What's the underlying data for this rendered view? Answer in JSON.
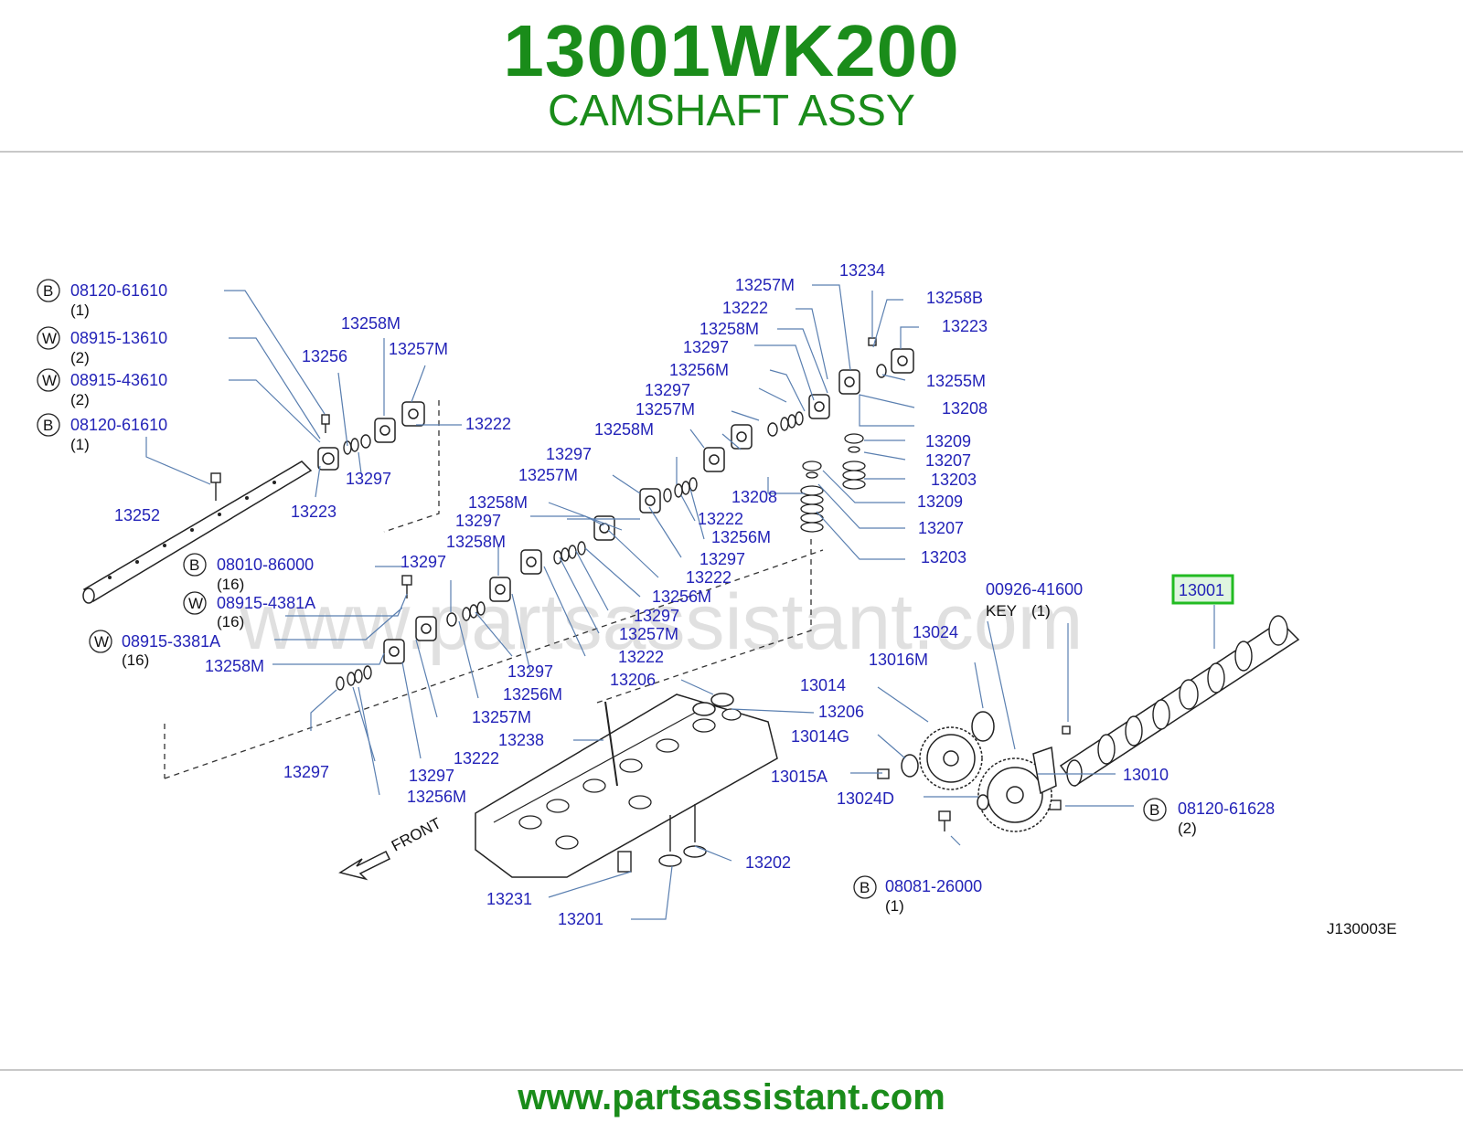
{
  "header": {
    "part_number": "13001WK200",
    "part_name": "CAMSHAFT ASSY"
  },
  "footer": {
    "url": "www.partsassistant.com"
  },
  "diagram": {
    "watermark": "www.partsassistant.com",
    "drawing_code": "J130003E",
    "front_label": "FRONT",
    "highlight_color": "#22bb22",
    "text_color": "#2323b8",
    "brand_color": "#1a8c1a",
    "key_label": "KEY",
    "callouts": {
      "c_08120_61610_a": "08120-61610",
      "c_08915_13610": "08915-13610",
      "c_08915_43610": "08915-43610",
      "c_08120_61610_b": "08120-61610",
      "c_08010_86000": "08010-86000",
      "c_08915_4381a": "08915-4381A",
      "c_08915_3381a": "08915-3381A",
      "c_13258m_a": "13258M",
      "c_13257m_a": "13257M",
      "c_13256": "13256",
      "c_13222_a": "13222",
      "c_13297_a": "13297",
      "c_13223_a": "13223",
      "c_13252": "13252",
      "c_13257m_b": "13257M",
      "c_13234": "13234",
      "c_13258b": "13258B",
      "c_13222_b": "13222",
      "c_13223_b": "13223",
      "c_13258m_b": "13258M",
      "c_13297_b": "13297",
      "c_13255m": "13255M",
      "c_13256m_a": "13256M",
      "c_13208_a": "13208",
      "c_13297_c": "13297",
      "c_13257m_c": "13257M",
      "c_13209_a": "13209",
      "c_13258m_c": "13258M",
      "c_13207_a": "13207",
      "c_13297_d": "13297",
      "c_13203_a": "13203",
      "c_13257m_d": "13257M",
      "c_13222_c": "13222",
      "c_13208_b": "13208",
      "c_13209_b": "13209",
      "c_13258m_d": "13258M",
      "c_13256m_b": "13256M",
      "c_13207_b": "13207",
      "c_13297_e": "13297",
      "c_13297_f": "13297",
      "c_13203_b": "13203",
      "c_13258m_e": "13258M",
      "c_13222_d": "13222",
      "c_13297_g": "13297",
      "c_13256m_c": "13256M",
      "c_00926_41600": "00926-41600",
      "c_13001": "13001",
      "c_13297_h": "13297",
      "c_13257m_e": "13257M",
      "c_13024": "13024",
      "c_13258m_f": "13258M",
      "c_13222_e": "13222",
      "c_13297_i": "13297",
      "c_13016m": "13016M",
      "c_13206_a": "13206",
      "c_13256m_d": "13256M",
      "c_13014": "13014",
      "c_13206_b": "13206",
      "c_13257m_f": "13257M",
      "c_13014g": "13014G",
      "c_13238": "13238",
      "c_13222_f": "13222",
      "c_13010": "13010",
      "c_13015a": "13015A",
      "c_13297_j": "13297",
      "c_13297_k": "13297",
      "c_13024d": "13024D",
      "c_08120_61628": "08120-61628",
      "c_13256m_e": "13256M",
      "c_13202": "13202",
      "c_13231": "13231",
      "c_08081_26000": "08081-26000",
      "c_13201": "13201"
    },
    "quantities": {
      "q_1a": "(1)",
      "q_2a": "(2)",
      "q_2b": "(2)",
      "q_1b": "(1)",
      "q_16a": "(16)",
      "q_16b": "(16)",
      "q_16c": "(16)",
      "q_key": "(1)",
      "q_2c": "(2)",
      "q_1c": "(1)"
    },
    "badges": {
      "b1": "B",
      "w1": "W",
      "w2": "W",
      "b2": "B",
      "b3": "B",
      "w3": "W",
      "w4": "W",
      "b4": "B",
      "b5": "B"
    }
  }
}
